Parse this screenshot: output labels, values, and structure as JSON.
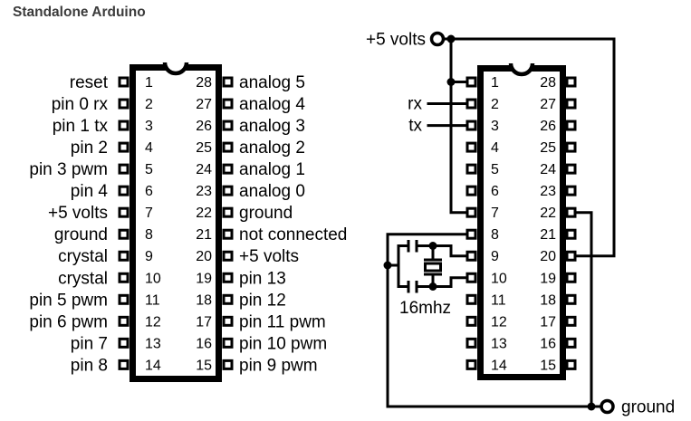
{
  "title": "Standalone Arduino",
  "colors": {
    "ink": "#000000",
    "title": "#3b3b3b",
    "background": "#ffffff"
  },
  "left_chip": {
    "left_labels": [
      "reset",
      "pin 0 rx",
      "pin 1 tx",
      "pin 2",
      "pin 3 pwm",
      "pin 4",
      "+5 volts",
      "ground",
      "crystal",
      "crystal",
      "pin 5 pwm",
      "pin 6 pwm",
      "pin 7",
      "pin 8"
    ],
    "left_pin_numbers": [
      "1",
      "2",
      "3",
      "4",
      "5",
      "6",
      "7",
      "8",
      "9",
      "10",
      "11",
      "12",
      "13",
      "14"
    ],
    "right_pin_numbers": [
      "28",
      "27",
      "26",
      "25",
      "24",
      "23",
      "22",
      "21",
      "20",
      "19",
      "18",
      "17",
      "16",
      "15"
    ],
    "right_labels": [
      "analog 5",
      "analog 4",
      "analog 3",
      "analog 2",
      "analog 1",
      "analog 0",
      "ground",
      "not connected",
      "+5 volts",
      "pin 13",
      "pin 12",
      "pin 11 pwm",
      "pin 10 pwm",
      "pin 9 pwm"
    ]
  },
  "right_chip": {
    "left_pin_numbers": [
      "1",
      "2",
      "3",
      "4",
      "5",
      "6",
      "7",
      "8",
      "9",
      "10",
      "11",
      "12",
      "13",
      "14"
    ],
    "right_pin_numbers": [
      "28",
      "27",
      "26",
      "25",
      "24",
      "23",
      "22",
      "21",
      "20",
      "19",
      "18",
      "17",
      "16",
      "15"
    ],
    "labels": {
      "power": "+5 volts",
      "rx": "rx",
      "tx": "tx",
      "crystal": "16mhz",
      "ground": "ground"
    }
  }
}
